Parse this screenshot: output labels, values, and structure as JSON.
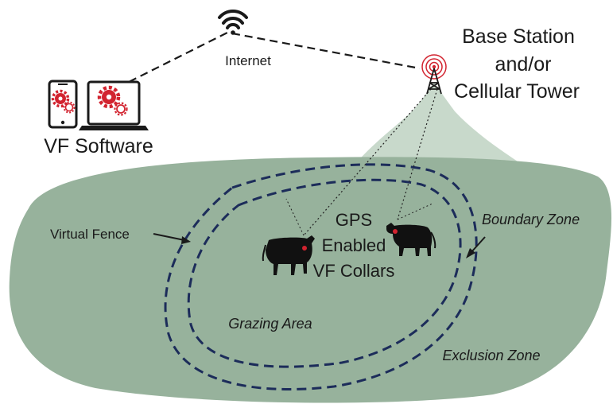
{
  "labels": {
    "internet": "Internet",
    "base_station_line1": "Base Station",
    "base_station_line2": "and/or",
    "base_station_line3": "Cellular Tower",
    "vf_software": "VF Software",
    "virtual_fence": "Virtual Fence",
    "boundary_zone": "Boundary Zone",
    "gps_line1": "GPS",
    "gps_line2": "Enabled",
    "gps_line3": "VF Collars",
    "grazing_area": "Grazing Area",
    "exclusion_zone": "Exclusion Zone"
  },
  "colors": {
    "field": "#97b29c",
    "mountain": "#c8d9cb",
    "fence": "#1c2c5a",
    "accent": "#d2232f",
    "line": "#1a1a1a"
  },
  "icons": [
    "wifi-icon",
    "tower-icon",
    "phone-icon",
    "laptop-icon",
    "gear-icon",
    "cow-icon"
  ]
}
